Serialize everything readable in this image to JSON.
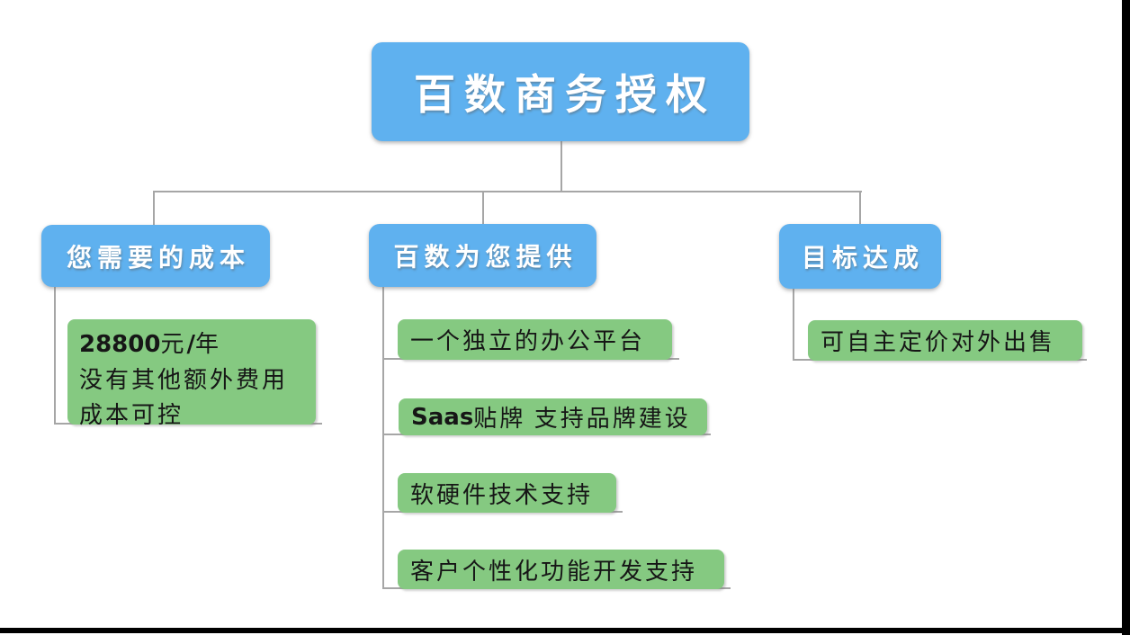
{
  "diagram": {
    "root": {
      "label": "百数商务授权"
    },
    "branches": [
      {
        "label": "您需要的成本",
        "cost_detail": {
          "num": "28800",
          "unit1": "元",
          "slash": "/",
          "unit2": "年",
          "line2": "没有其他额外费用",
          "line3": "成本可控"
        }
      },
      {
        "label": "百数为您提供",
        "children": [
          {
            "bold": "",
            "text": "一个独立的办公平台"
          },
          {
            "bold": "Saas",
            "text": "贴牌 支持品牌建设"
          },
          {
            "bold": "",
            "text": "软硬件技术支持"
          },
          {
            "bold": "",
            "text": "客户个性化功能开发支持"
          }
        ]
      },
      {
        "label": "目标达成",
        "children": [
          {
            "bold": "",
            "text": "可自主定价对外出售"
          }
        ]
      }
    ],
    "colors": {
      "topic_blue": "#5fb1ef",
      "subtopic_green": "#85c981",
      "connector_gray": "#a6a6a6",
      "frame_black": "#000000",
      "topic_text": "#ffffff",
      "leaf_text": "#161616"
    }
  }
}
